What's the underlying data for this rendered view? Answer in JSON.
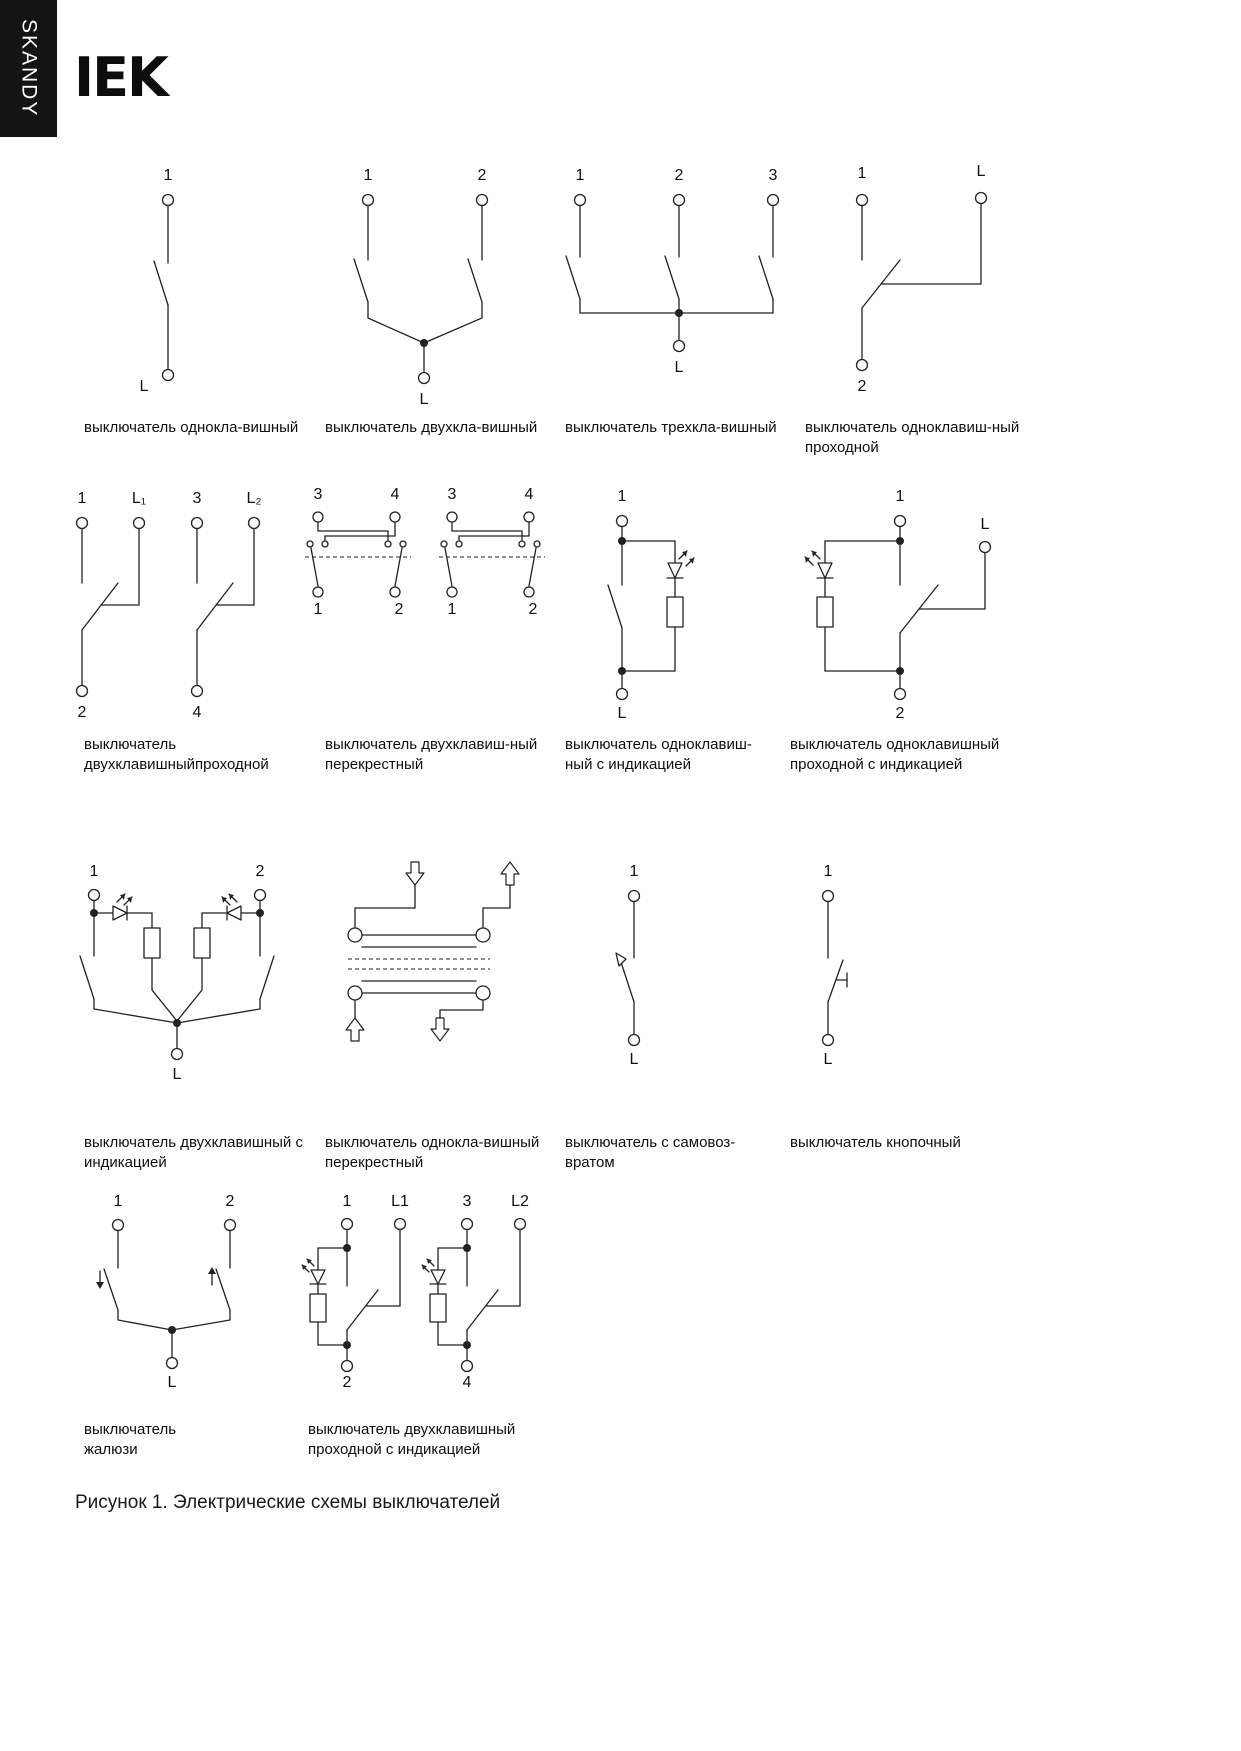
{
  "brand": {
    "series": "SKANDY",
    "logo": "IEK"
  },
  "figure": {
    "caption": "Рисунок 1. Электрические схемы выключателей"
  },
  "diagrams": {
    "d1": {
      "caption": "выключатель однокла-вишный",
      "t1": "1",
      "tL": "L"
    },
    "d2": {
      "caption": "выключатель двухкла-вишный",
      "t1": "1",
      "t2": "2",
      "tL": "L"
    },
    "d3": {
      "caption": "выключатель трехкла-вишный",
      "t1": "1",
      "t2": "2",
      "t3": "3",
      "tL": "L"
    },
    "d4": {
      "caption": "выключатель одноклавиш-ный\nпроходной",
      "t1": "1",
      "tL": "L",
      "t2": "2"
    },
    "d5": {
      "caption": "выключатель\nдвухклавишныйпроходной",
      "t1": "1",
      "tL1": "L₁",
      "t3": "3",
      "tL2": "L₂",
      "t2": "2",
      "t4": "4"
    },
    "d6": {
      "caption": "выключатель двухклавиш-ный\nперекрестный",
      "a_t3": "3",
      "a_t4": "4",
      "a_t1": "1",
      "a_t2": "2",
      "b_t3": "3",
      "b_t4": "4",
      "b_t1": "1",
      "b_t2": "2"
    },
    "d7": {
      "caption": "выключатель одноклавиш-\nный с индикацией",
      "t1": "1",
      "tL": "L"
    },
    "d8": {
      "caption": "выключатель одноклавишный\nпроходной с индикацией",
      "t1": "1",
      "tL": "L",
      "t2": "2"
    },
    "d9": {
      "caption": "выключатель двухклавишный с\nиндикацией",
      "t1": "1",
      "t2": "2",
      "tL": "L"
    },
    "d10": {
      "caption": "выключатель однокла-вишный\nперекрестный"
    },
    "d11": {
      "caption": "выключатель с самовоз-\nвратом",
      "t1": "1",
      "tL": "L"
    },
    "d12": {
      "caption": "выключатель кнопочный",
      "t1": "1",
      "tL": "L"
    },
    "d13": {
      "caption": "выключатель\nжалюзи",
      "t1": "1",
      "t2": "2",
      "tL": "L"
    },
    "d14": {
      "caption": "выключатель двухклавишный\nпроходной с индикацией",
      "t1": "1",
      "tL1": "L1",
      "t3": "3",
      "tL2": "L2",
      "t2": "2",
      "t4": "4"
    }
  }
}
